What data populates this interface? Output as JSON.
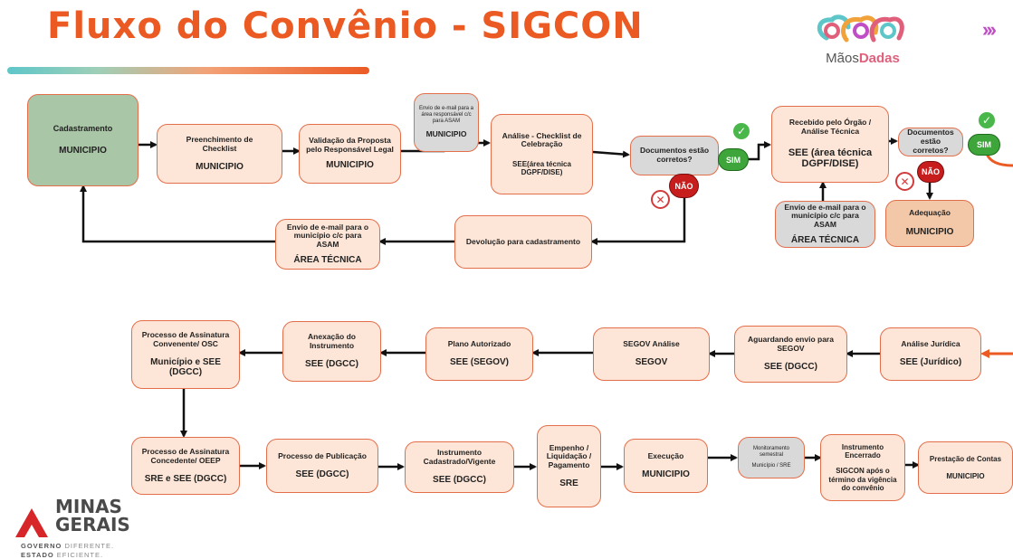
{
  "header": {
    "title": "Fluxo do Convênio - SIGCON",
    "logo_prefix": "Mãos",
    "logo_suffix": "Dadas",
    "chevrons": "›››"
  },
  "colors": {
    "accent": "#ec5a24",
    "node_fill": "#fde6d7",
    "node_border": "#e36e4a",
    "gray_fill": "#d9d9d9",
    "green_fill": "#a9c6a6",
    "sim": "#3da53a",
    "nao": "#c71d1d"
  },
  "nodes": {
    "cadastramento": {
      "title": "Cadastramento",
      "actor": "MUNICIPIO"
    },
    "preenchimento": {
      "title": "Preenchimento de Checklist",
      "actor": "MUNICIPIO"
    },
    "validacao": {
      "title": "Validação da Proposta pelo Responsável Legal",
      "actor": "MUNICIPIO"
    },
    "email_asam_top": {
      "title": "Envio de e-mail para a área responsável c/c para ASAM",
      "actor": "MUNICIPIO"
    },
    "analise_checklist": {
      "title": "Análise - Checklist de Celebração",
      "actor": "SEE(área técnica DGPF/DISE)"
    },
    "docs_corretos_1": {
      "title": "Documentos estão corretos?"
    },
    "recebido": {
      "title": "Recebido pelo Órgão / Análise Técnica",
      "actor": "SEE (área técnica DGPF/DISE)"
    },
    "docs_corretos_2": {
      "title": "Documentos estão corretos?"
    },
    "envio_email_municipio_r": {
      "title": "Envio de e-mail para o município c/c para ASAM",
      "actor": "ÁREA TÉCNICA"
    },
    "adequacao": {
      "title": "Adequação",
      "actor": "MUNICIPIO"
    },
    "envio_email_municipio_l": {
      "title": "Envio de e-mail para o município c/c para ASAM",
      "actor": "ÁREA TÉCNICA"
    },
    "devolucao": {
      "title": "Devolução para cadastramento"
    },
    "analise_juridica": {
      "title": "Análise Jurídica",
      "actor": "SEE (Jurídico)"
    },
    "aguardando": {
      "title": "Aguardando envio para SEGOV",
      "actor": "SEE (DGCC)"
    },
    "segov_analise": {
      "title": "SEGOV Análise",
      "actor": "SEGOV"
    },
    "plano_autorizado": {
      "title": "Plano Autorizado",
      "actor": "SEE (SEGOV)"
    },
    "anexacao": {
      "title": "Anexação do Instrumento",
      "actor": "SEE (DGCC)"
    },
    "assinatura_conv": {
      "title": "Processo de Assinatura Convenente/ OSC",
      "actor": "Município e SEE (DGCC)"
    },
    "assinatura_conc": {
      "title": "Processo de Assinatura Concedente/ OEEP",
      "actor": "SRE e SEE (DGCC)"
    },
    "publicacao": {
      "title": "Processo de Publicação",
      "actor": "SEE (DGCC)"
    },
    "instrumento_cad": {
      "title": "Instrumento Cadastrado/Vigente",
      "actor": "SEE (DGCC)"
    },
    "empenho": {
      "title": "Empenho / Liquidação / Pagamento",
      "actor": "SRE"
    },
    "execucao": {
      "title": "Execução",
      "actor": "MUNICIPIO"
    },
    "monitoramento": {
      "title": "Monitoramento semestral",
      "actor": "Município / SRE"
    },
    "encerrado": {
      "title": "Instrumento Encerrado",
      "actor": "SIGCON após o término da vigência do convênio"
    },
    "prestacao": {
      "title": "Prestação de Contas",
      "actor": "MUNICIPIO"
    }
  },
  "decisions": {
    "sim": "SIM",
    "nao": "NÃO",
    "check_glyph": "✓",
    "x_glyph": "✕"
  },
  "footer_logo": {
    "line1": "MINAS",
    "line2": "GERAIS",
    "tag1_bold": "GOVERNO",
    "tag1": "DIFERENTE.",
    "tag2_bold": "ESTADO",
    "tag2": "EFICIENTE."
  }
}
